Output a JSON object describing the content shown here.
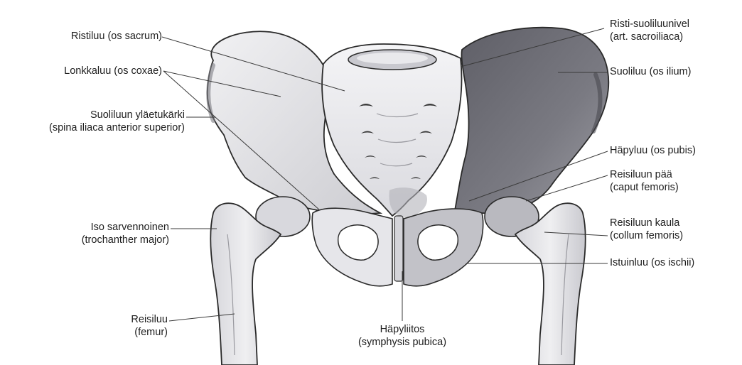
{
  "labels": {
    "sacrum": "Ristiluu (os sacrum)",
    "coxae": "Lonkkaluu (os coxae)",
    "spina_1": "Suoliluun yläetukärki",
    "spina_2": "(spina iliaca anterior superior)",
    "trochanter_1": "Iso sarvennoinen",
    "trochanter_2": "(trochanther major)",
    "femur_1": "Reisiluu",
    "femur_2": "(femur)",
    "symphysis_1": "Häpyliitos",
    "symphysis_2": "(symphysis pubica)",
    "sacroiliac_1": "Risti-suoliluunivel",
    "sacroiliac_2": "(art. sacroiliaca)",
    "ilium": "Suoliluu (os ilium)",
    "pubis": "Häpyluu (os pubis)",
    "caput_1": "Reisiluun pää",
    "caput_2": "(caput femoris)",
    "collum_1": "Reisiluun kaula",
    "collum_2": "(collum femoris)",
    "ischium": "Istuinluu (os ischii)"
  },
  "colors": {
    "bone_light": "#e7e7e9",
    "bone_mid": "#cfcfd3",
    "bone_shadow": "#8c8c92",
    "ilium_dark": "#6f6f76",
    "outline": "#2a2a2a",
    "leader": "#3a3a3a"
  }
}
